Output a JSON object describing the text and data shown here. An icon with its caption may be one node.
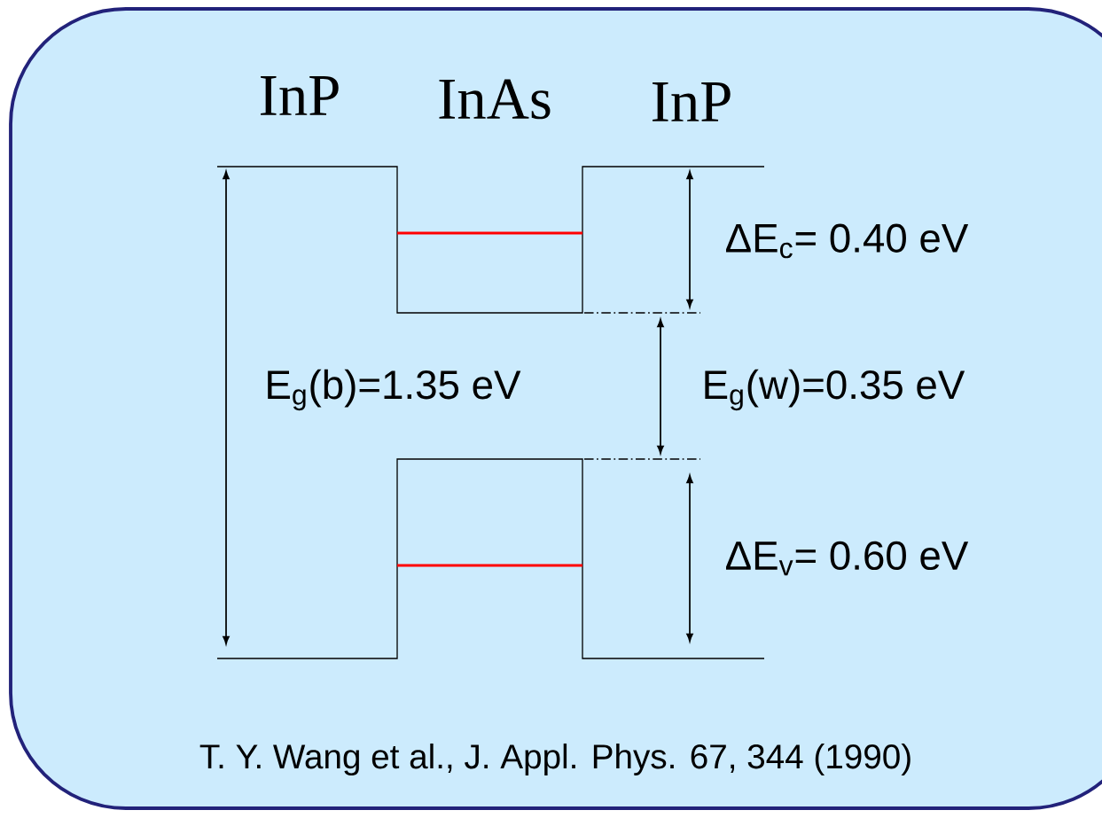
{
  "diagram": {
    "caption": "T. Y. Wang et al., J. Appl. Phys. 67, 344 (1990)",
    "labels": [
      "InP",
      "InAs",
      "InP",
      "ΔE$_{c}$= 0.40 eV",
      "E$_{g}$(b)=1.35 eV",
      "E$_{g}$(w)=0.35 eV",
      "ΔE$_{v}$= 0.60 eV"
    ]
  }
}
